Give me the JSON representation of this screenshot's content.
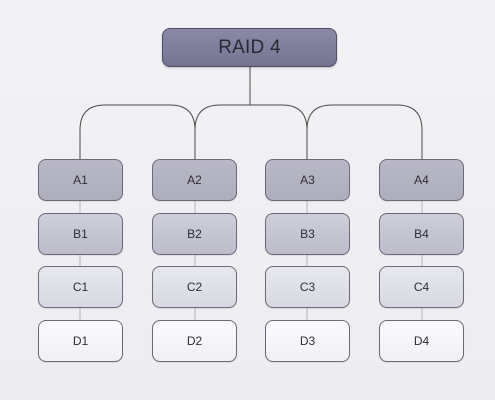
{
  "diagram": {
    "title": "RAID 4",
    "columns": [
      {
        "blocks": [
          "A1",
          "B1",
          "C1",
          "D1"
        ]
      },
      {
        "blocks": [
          "A2",
          "B2",
          "C2",
          "D2"
        ]
      },
      {
        "blocks": [
          "A3",
          "B3",
          "C3",
          "D3"
        ]
      },
      {
        "blocks": [
          "A4",
          "B4",
          "C4",
          "D4"
        ]
      }
    ]
  }
}
